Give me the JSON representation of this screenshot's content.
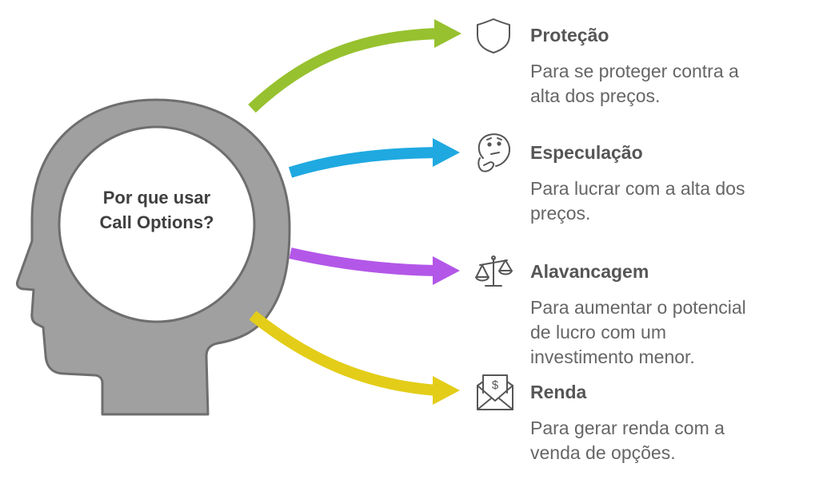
{
  "center": {
    "line1": "Por que usar",
    "line2": "Call Options?"
  },
  "items": [
    {
      "title": "Proteção",
      "desc_lines": [
        "Para se proteger contra a",
        "alta dos preços."
      ],
      "icon": "shield-icon",
      "color": "#97c12f"
    },
    {
      "title": "Especulação",
      "desc_lines": [
        "Para lucrar com a alta dos",
        "preços."
      ],
      "icon": "thinking-face-icon",
      "color": "#1fa9e0"
    },
    {
      "title": "Alavancagem",
      "desc_lines": [
        "Para aumentar o potencial",
        "de lucro com um",
        "investimento menor."
      ],
      "icon": "balance-scale-icon",
      "color": "#b357e8"
    },
    {
      "title": "Renda",
      "desc_lines": [
        "Para gerar renda com a",
        "venda de opções."
      ],
      "icon": "money-envelope-icon",
      "color": "#e3cd18"
    }
  ],
  "colors": {
    "head": "#a0a0a0",
    "head_stroke": "#6e6e6e",
    "text_dark": "#3f3f3f",
    "text_body": "#666666"
  }
}
